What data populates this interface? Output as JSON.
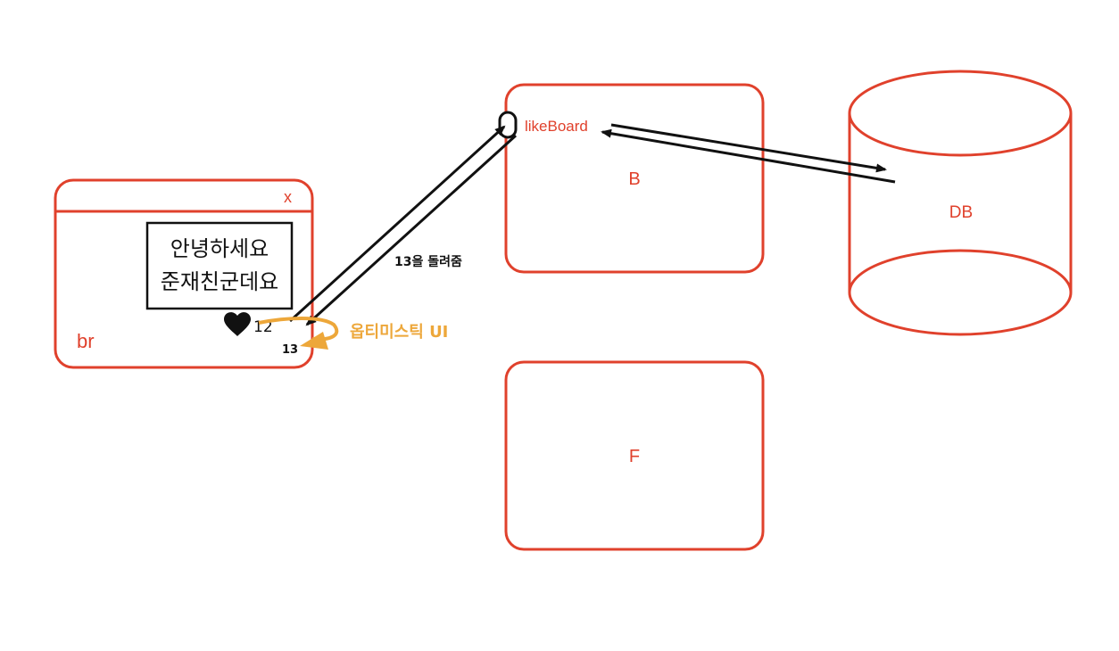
{
  "browser": {
    "label": "br",
    "close_label": "x",
    "post_text_line1": "안녕하세요",
    "post_text_line2": "준재친군데요",
    "like_count": "12",
    "updated_count": "13"
  },
  "server_b": {
    "label": "B",
    "endpoint_label": "likeBoard"
  },
  "server_f": {
    "label": "F"
  },
  "database": {
    "label": "DB"
  },
  "annotations": {
    "response_label": "13을 돌려줌",
    "optimistic_label": "옵티미스틱 UI"
  },
  "colors": {
    "node_stroke": "#e0412c",
    "arrow": "#111111",
    "optimistic": "#eda73a"
  },
  "icons": {
    "like": "heart-icon",
    "endpoint": "endpoint-icon"
  }
}
